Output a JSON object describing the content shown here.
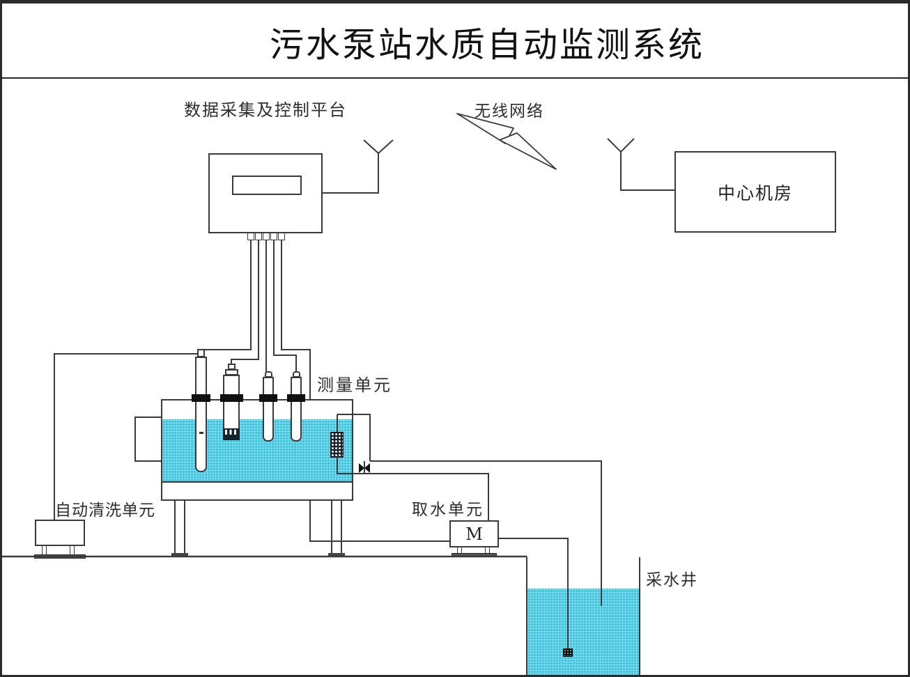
{
  "title": "污水泵站水质自动监测系统",
  "labels": {
    "platform": "数据采集及控制平台",
    "wireless": "无线网络",
    "central_room": "中心机房",
    "measurement_unit": "测量单元",
    "cleaning_unit": "自动清洗单元",
    "intake_unit": "取水单元",
    "pump_motor": "M",
    "water_well": "采水井"
  },
  "colors": {
    "water": "#3EC5E0",
    "line": "#3A3A3A",
    "probe_collar": "#111111",
    "background": "#FFFFFF"
  }
}
